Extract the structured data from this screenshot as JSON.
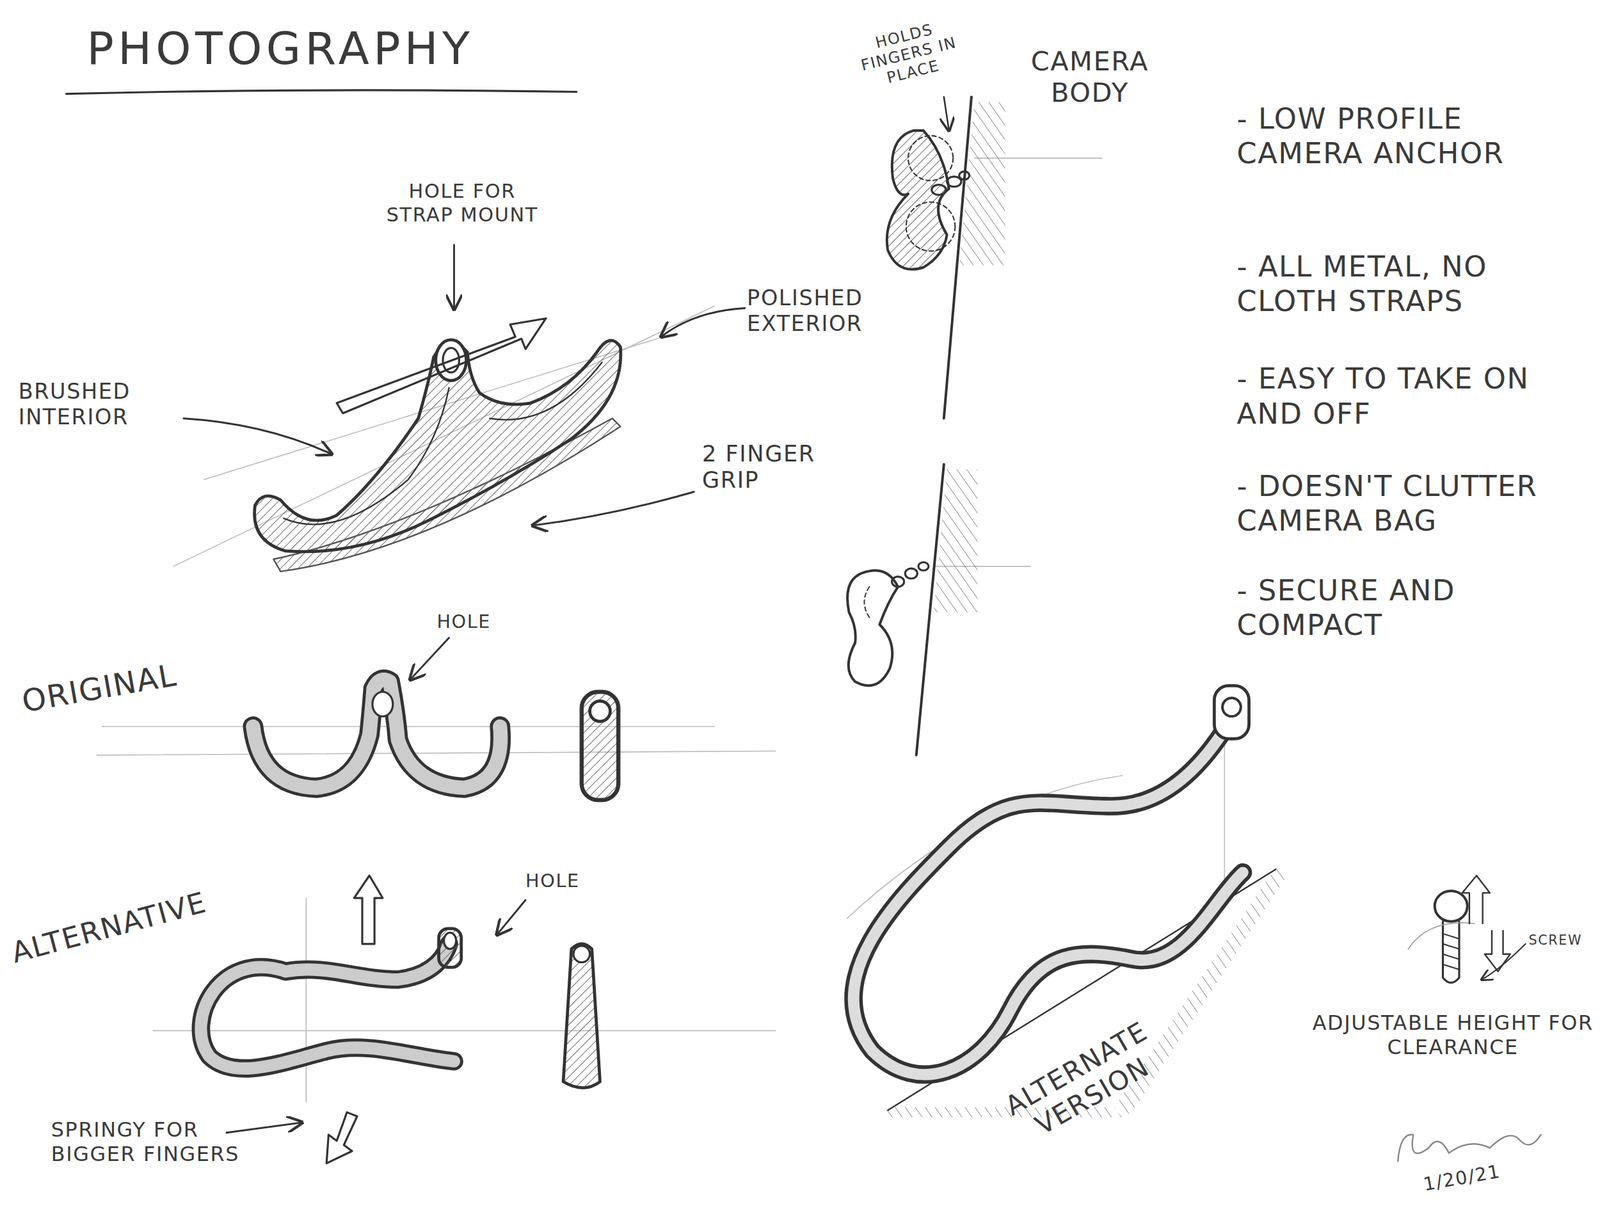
{
  "diagram": {
    "title": "PHOTOGRAPHY",
    "labels": [
      "HOLDS FINGERS IN PLACE",
      "CAMERA BODY",
      "HOLE FOR STRAP MOUNT",
      "POLISHED EXTERIOR",
      "BRUSHED INTERIOR",
      "2 FINGER GRIP",
      "- LOW PROFILE CAMERA ANCHOR",
      "- ALL METAL, NO CLOTH STRAPS",
      "- EASY TO TAKE ON AND OFF",
      "- DOESN'T CLUTTER CAMERA BAG",
      "- SECURE AND COMPACT",
      "ORIGINAL",
      "HOLE",
      "ALTERNATIVE",
      "HOLE",
      "SPRINGY FOR BIGGER FINGERS",
      "ALTERNATE VERSION",
      "SCREW",
      "ADJUSTABLE HEIGHT FOR CLEARANCE",
      "1/20/21"
    ]
  }
}
